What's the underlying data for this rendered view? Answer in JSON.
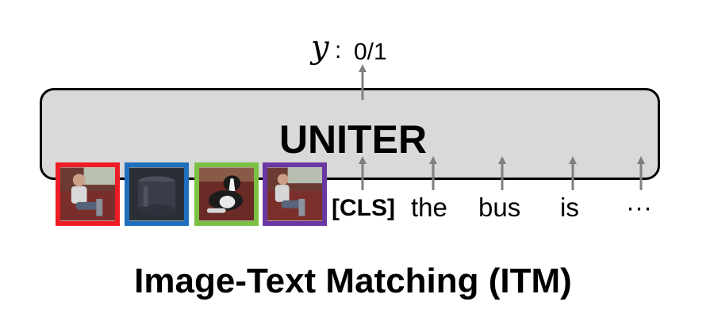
{
  "output": {
    "symbol": "y",
    "separator": ":",
    "value": "0/1"
  },
  "model": {
    "name": "UNITER"
  },
  "image_regions": [
    {
      "border_color": "#ee1c25",
      "content": "person-on-couch"
    },
    {
      "border_color": "#1f6fbd",
      "content": "dark-object"
    },
    {
      "border_color": "#7ac143",
      "content": "dog-on-chair"
    },
    {
      "border_color": "#6a38a0",
      "content": "person-on-couch"
    }
  ],
  "tokens": [
    "[CLS]",
    "the",
    "bus",
    "is",
    "···"
  ],
  "caption": "Image-Text Matching (ITM)",
  "colors": {
    "box_fill": "#d9d9d9",
    "arrow": "#808080"
  }
}
